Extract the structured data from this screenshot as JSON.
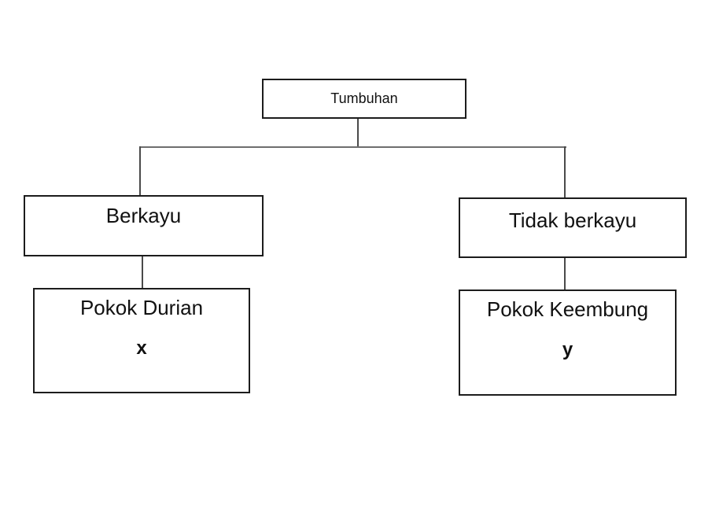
{
  "diagram": {
    "nodes": {
      "root": {
        "label": "Tumbuhan"
      },
      "left": {
        "label": "Berkayu"
      },
      "right": {
        "label": "Tidak berkayu"
      },
      "left_child": {
        "label": "Pokok Durian",
        "symbol": "x"
      },
      "right_child": {
        "label": "Pokok Keembung",
        "symbol": "y"
      }
    },
    "colors": {
      "background": "#ffffff",
      "box_border": "#1c1c1c",
      "connector_line": "#4a4a4a",
      "text": "#111111"
    }
  }
}
